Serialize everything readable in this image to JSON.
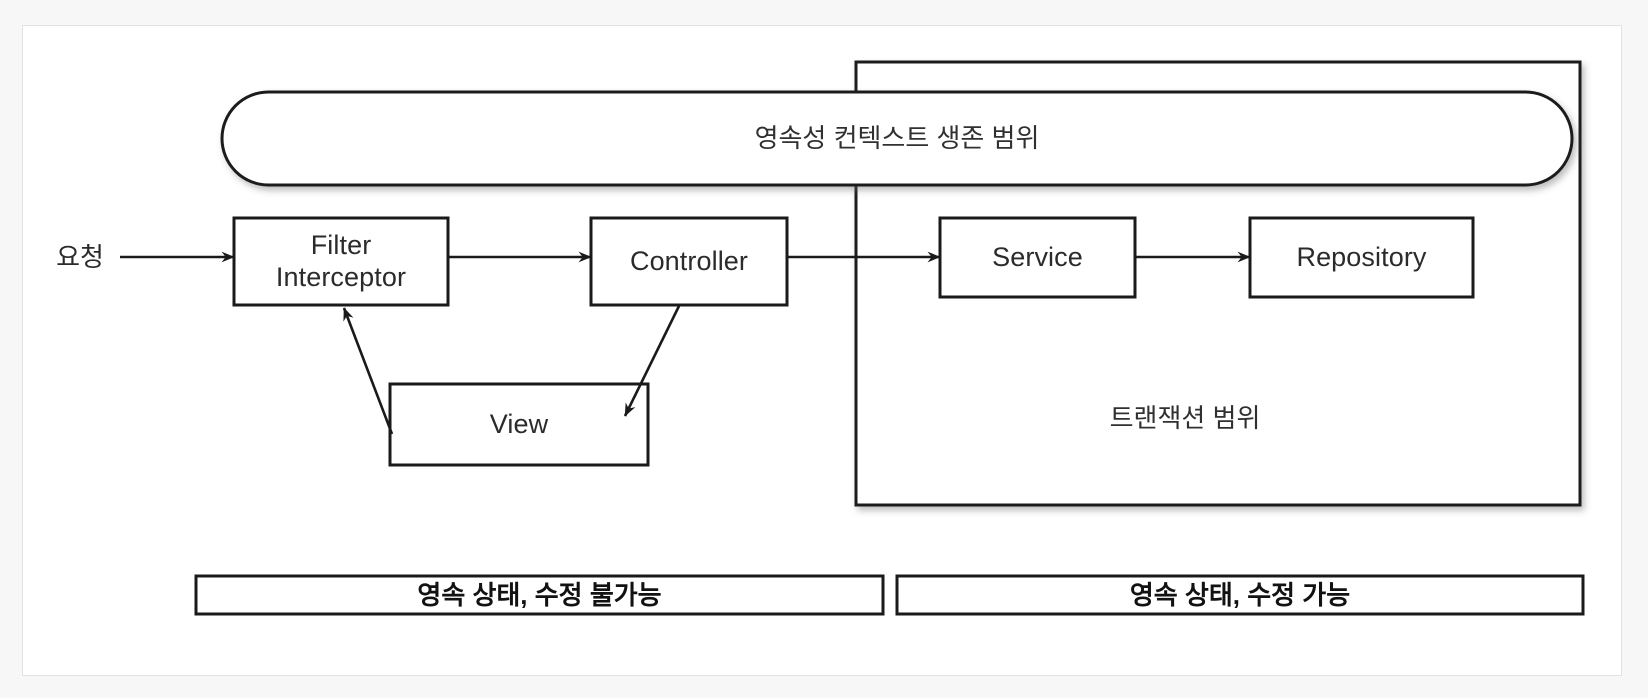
{
  "diagram": {
    "title_region": "Spring persistence context / transaction scope diagram",
    "entry": {
      "label": "요청"
    },
    "boxes": [
      {
        "id": "filter-interceptor",
        "label": "Filter\nInterceptor"
      },
      {
        "id": "controller",
        "label": "Controller"
      },
      {
        "id": "service",
        "label": "Service"
      },
      {
        "id": "repository",
        "label": "Repository"
      },
      {
        "id": "view",
        "label": "View"
      }
    ],
    "scopes": [
      {
        "id": "persistence-context-scope",
        "label": "영속성 컨텍스트 생존 범위",
        "shape": "stadium"
      },
      {
        "id": "transaction-scope",
        "label": "트랜잭션 범위",
        "shape": "rectangle"
      }
    ],
    "legend": [
      {
        "id": "legend-left",
        "label": "영속 상태, 수정 불가능"
      },
      {
        "id": "legend-right",
        "label": "영속 상태, 수정 가능"
      }
    ],
    "colors": {
      "stroke": "#1a1a1a",
      "text": "#2b2b2b",
      "canvas": "#f7f7f7",
      "panel": "#ffffff",
      "frame_border": "#e2e2e2"
    }
  }
}
